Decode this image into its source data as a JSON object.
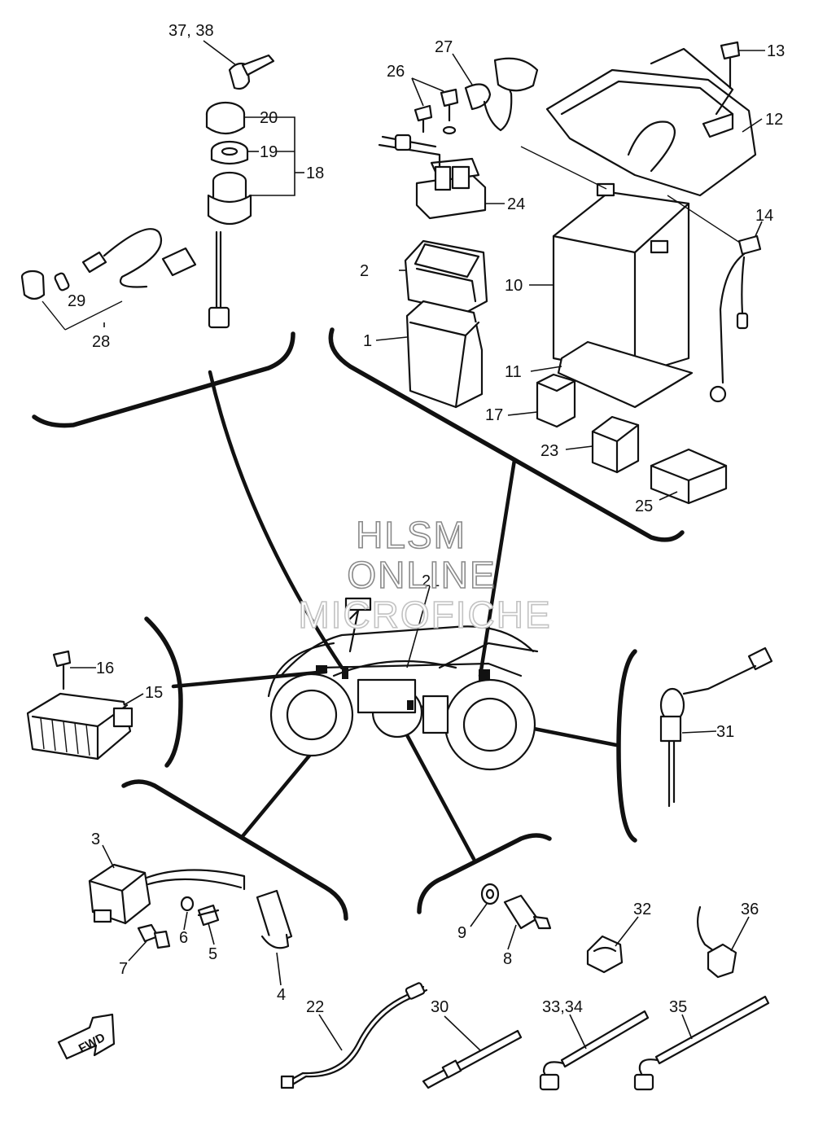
{
  "watermark": {
    "line1": "HLSM",
    "line2": "ONLINE",
    "line3": "MICROFICHE"
  },
  "direction_badge": {
    "label": "FWD"
  },
  "callouts": {
    "c1": "1",
    "c2": "2",
    "c3": "3",
    "c4": "4",
    "c5": "5",
    "c6": "6",
    "c7": "7",
    "c8": "8",
    "c9": "9",
    "c10": "10",
    "c11": "11",
    "c12": "12",
    "c13": "13",
    "c14": "14",
    "c15": "15",
    "c16": "16",
    "c17": "17",
    "c18": "18",
    "c19": "19",
    "c20": "20",
    "c21": "21",
    "c22": "22",
    "c23": "23",
    "c24": "24",
    "c25": "25",
    "c26": "26",
    "c27": "27",
    "c28": "28",
    "c29": "29",
    "c30": "30",
    "c31": "31",
    "c32": "32",
    "c3334": "33,34",
    "c35": "35",
    "c36": "36",
    "c3738": "37, 38"
  }
}
